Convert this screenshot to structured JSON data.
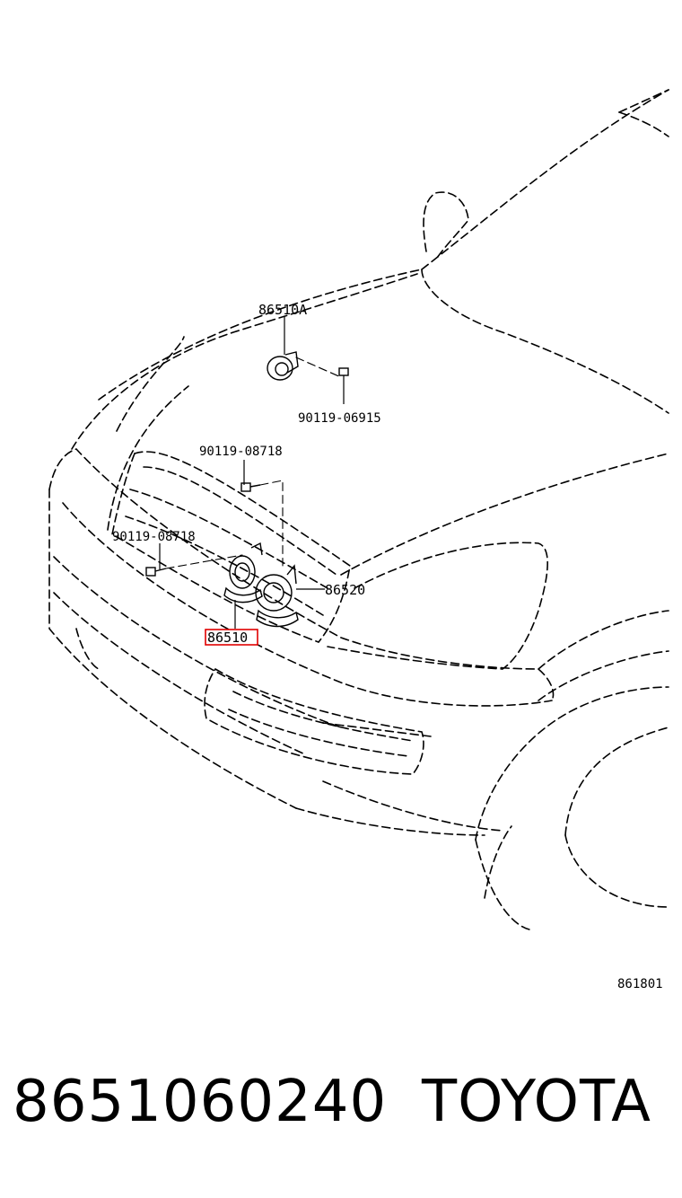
{
  "diagram": {
    "callouts": {
      "horn_high_bracket": "86510A",
      "bolt_upper": "90119-06915",
      "bolt_middle": "90119-08718",
      "bolt_left": "90119-08718",
      "horn_low": "86520",
      "horn_high": "86510"
    },
    "figure_id": "861801",
    "highlight_color": "#e00000"
  },
  "footer": {
    "part_number": "8651060240",
    "brand": "TOYOTA"
  }
}
